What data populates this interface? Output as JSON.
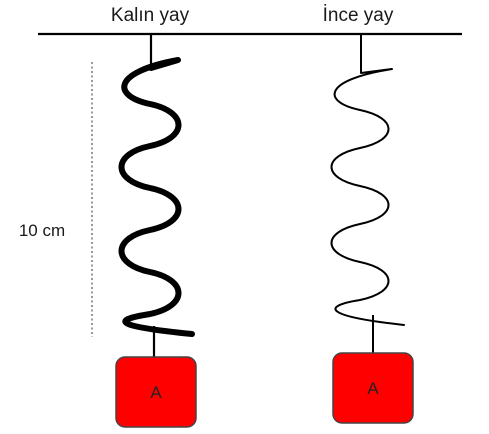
{
  "springs": [
    {
      "label": "Kalın yay",
      "block_label": "A"
    },
    {
      "label": "İnce yay",
      "block_label": "A"
    }
  ],
  "measurement": {
    "label": "10 cm"
  },
  "colors": {
    "block_fill": "#ff0000",
    "block_stroke": "#444444",
    "spring": "#000000",
    "ceiling": "#000000"
  }
}
